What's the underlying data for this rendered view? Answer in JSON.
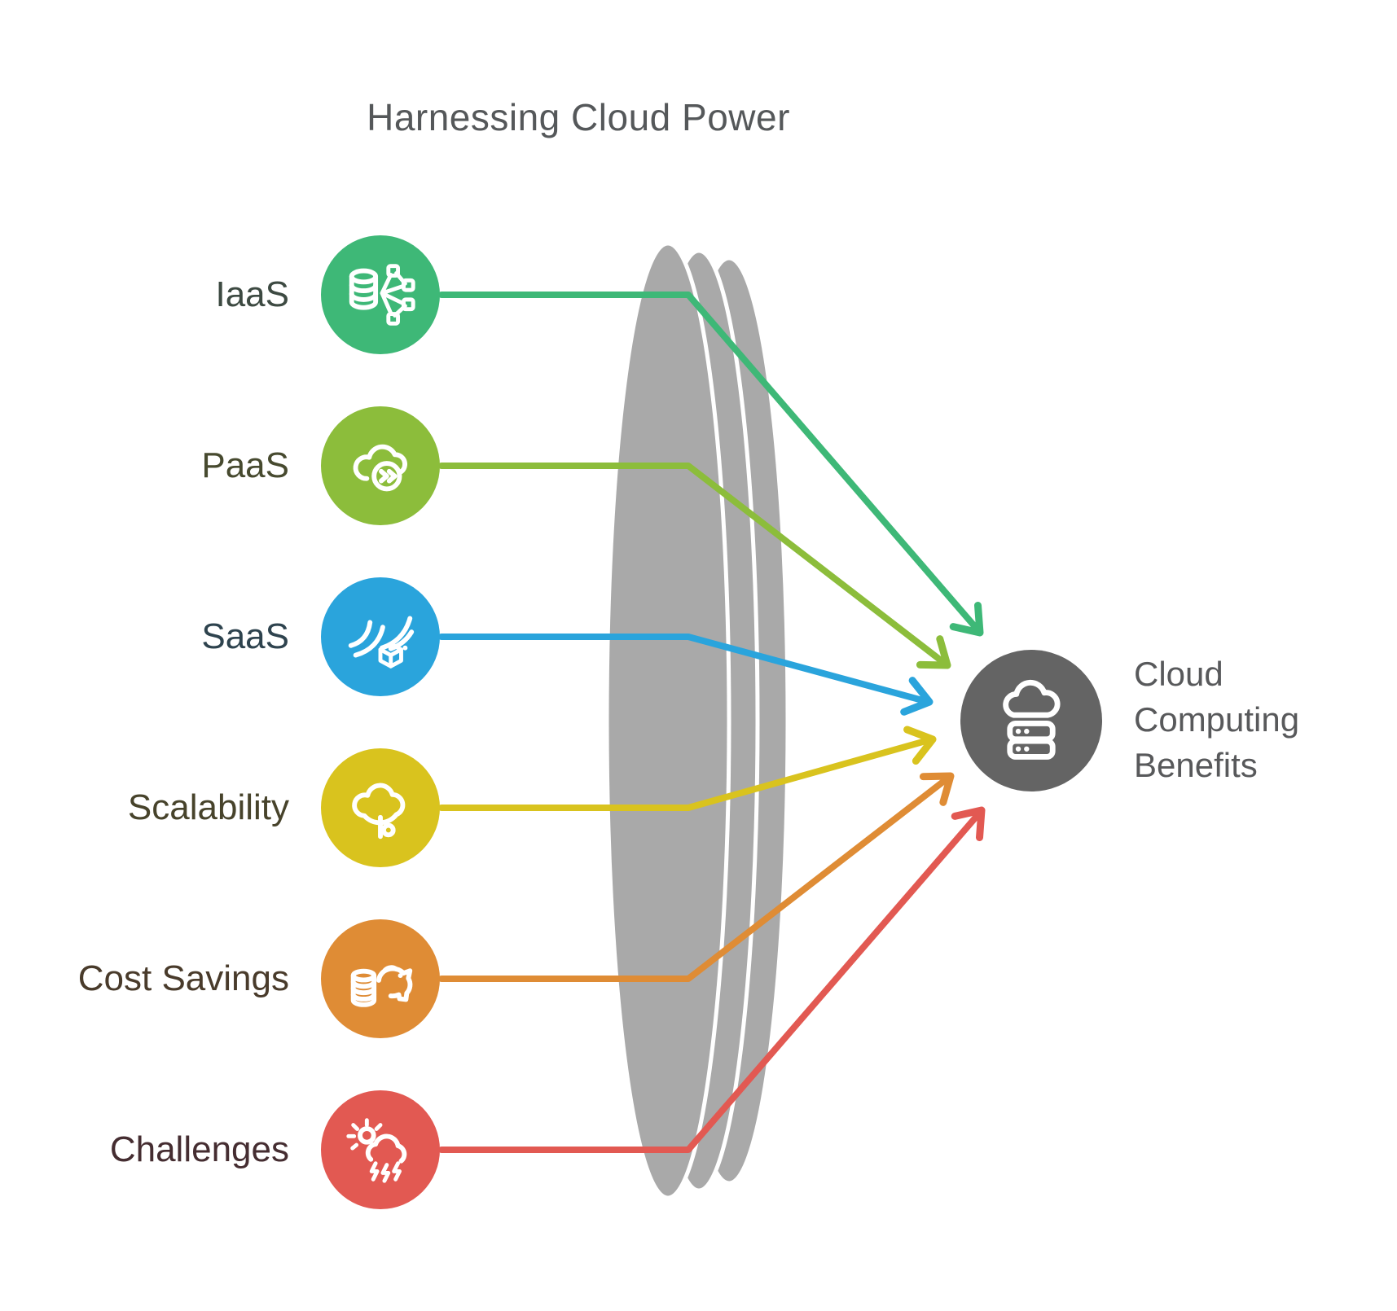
{
  "title": "Harnessing Cloud Power",
  "lens": {
    "color": "#a9a9a9"
  },
  "items": [
    {
      "label": "IaaS",
      "color": "#3eb877",
      "label_color": "#3d4a42",
      "icon": "database-network-icon"
    },
    {
      "label": "PaaS",
      "color": "#8cbd3b",
      "label_color": "#474a2f",
      "icon": "cloud-fast-forward-icon"
    },
    {
      "label": "SaaS",
      "color": "#2aa4dc",
      "label_color": "#2e434e",
      "icon": "wind-cube-icon"
    },
    {
      "label": "Scalability",
      "color": "#d9c31e",
      "label_color": "#47432b",
      "icon": "cloud-tree-icon"
    },
    {
      "label": "Cost Savings",
      "color": "#df8c35",
      "label_color": "#493b2b",
      "icon": "piggy-bank-coins-icon"
    },
    {
      "label": "Challenges",
      "color": "#e25952",
      "label_color": "#452d31",
      "icon": "storm-cloud-lightning-icon"
    }
  ],
  "target": {
    "label": "Cloud Computing Benefits",
    "label_lines": [
      "Cloud",
      "Computing",
      "Benefits"
    ],
    "color": "#646464",
    "icon": "cloud-server-icon"
  }
}
